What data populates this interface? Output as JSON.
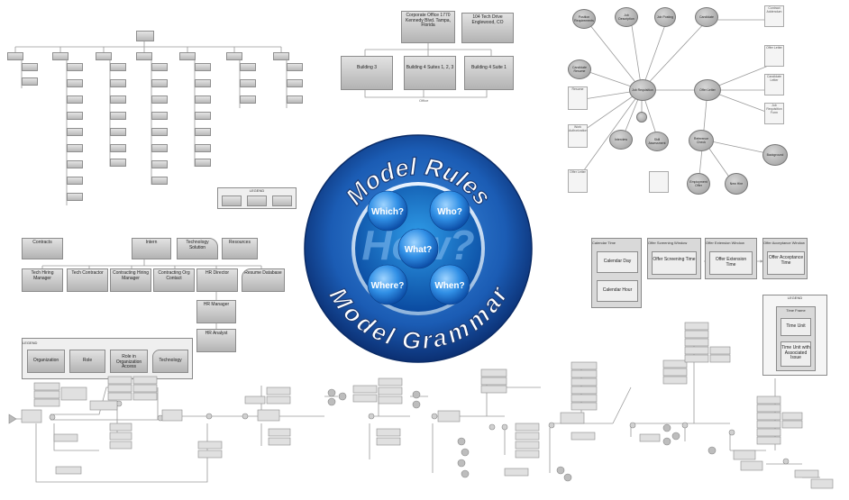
{
  "emblem": {
    "top_text": "Model Rules",
    "bottom_text": "Model Grammar",
    "center_word": "How?",
    "bubbles": [
      "Which?",
      "Who?",
      "What?",
      "Where?",
      "When?"
    ]
  },
  "locations": {
    "top": [
      "Corporate Office 1770 Kennedy Blvd. Tampa, Florida",
      "104 Tech Drive Englewood, CO"
    ],
    "buildings": [
      "Building 3",
      "Building 4 Suites 1, 2, 3",
      "Building 4 Suite 1"
    ],
    "footer": "Office"
  },
  "org": {
    "top": [
      "Contracts",
      "Intern",
      "Technology Solution",
      "Resources"
    ],
    "second": [
      "Tech Hiring Manager",
      "Tech Contractor",
      "Contracting Hiring Manager",
      "Contracting Org Contact",
      "HR Director",
      "Resume Database"
    ],
    "third": [
      "HR Manager",
      "HR Analyst"
    ]
  },
  "legend_left": {
    "title": "LEGEND",
    "items": [
      "Organization",
      "Role",
      "Role in Organization Access",
      "Technology"
    ]
  },
  "timeline": {
    "boxes": [
      "Calendar Time",
      "Offer Screening Window",
      "Offer Extension Window",
      "Offer Acceptance Window"
    ],
    "inner": [
      "Calendar Day",
      "Calendar Hour",
      "Offer Screening Time",
      "Offer Extension Time",
      "Offer Acceptance Time"
    ],
    "legend_title": "LEGEND",
    "legend_header": "Time Frame",
    "legend_items": [
      "Time Unit",
      "Time Unit with Associated Issue"
    ]
  },
  "network": {
    "nodes": [
      "Position Requirements",
      "Job Description",
      "Job Posting",
      "Candidate",
      "Candidate Resume",
      "Job Requisition",
      "Offer Letter",
      "Interview",
      "Skill Assessment",
      "Reference Check",
      "Background",
      "Employment Offer",
      "New Hire"
    ],
    "docs": [
      "Contract Addendum",
      "Resume",
      "Offer Letter",
      "Candidate Letter",
      "Job Requisition Form",
      "Work Authorization",
      "Offer Letter"
    ]
  },
  "small_legend_title": "LEGEND"
}
